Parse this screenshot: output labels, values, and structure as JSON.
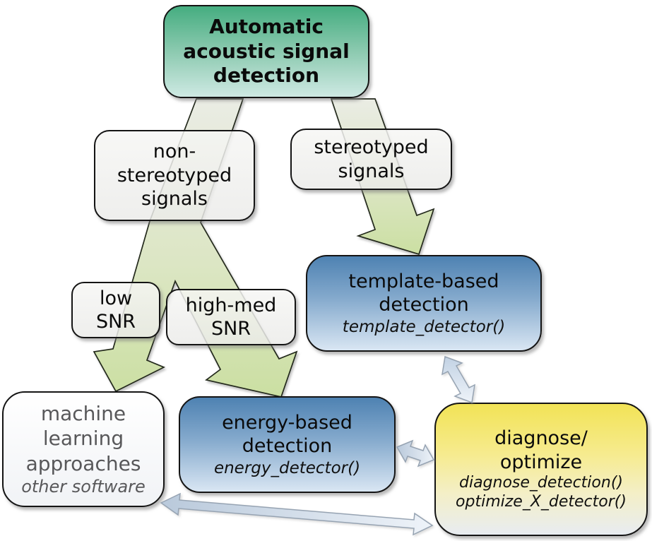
{
  "diagram_title": "Automatic acoustic signal detection",
  "nodes": {
    "automatic_detection": {
      "lines": [
        "Automatic",
        "acoustic signal",
        "detection"
      ]
    },
    "non_stereotyped": {
      "lines": [
        "non-",
        "stereotyped",
        "signals"
      ]
    },
    "stereotyped": {
      "lines": [
        "stereotyped",
        "signals"
      ]
    },
    "low_snr": {
      "lines": [
        "low",
        "SNR"
      ]
    },
    "high_med_snr": {
      "lines": [
        "high-med",
        "SNR"
      ]
    },
    "template_detection": {
      "lines": [
        "template-based",
        "detection"
      ],
      "code": "template_detector()"
    },
    "energy_detection": {
      "lines": [
        "energy-based",
        "detection"
      ],
      "code": "energy_detector()"
    },
    "machine_learning": {
      "lines": [
        "machine",
        "learning",
        "approaches"
      ],
      "note": "other software"
    },
    "diagnose_optimize": {
      "lines": [
        "diagnose/",
        "optimize"
      ],
      "code_lines": [
        "diagnose_detection()",
        "optimize_X_detector()"
      ]
    }
  },
  "edges": [
    {
      "from": "automatic-detection",
      "via": [
        "non-stereotyped-signals",
        "low-snr"
      ],
      "to": "machine-learning",
      "style": "flow"
    },
    {
      "from": "automatic-detection",
      "via": [
        "non-stereotyped-signals",
        "high-med-snr"
      ],
      "to": "energy-detection",
      "style": "flow"
    },
    {
      "from": "automatic-detection",
      "via": [
        "stereotyped-signals"
      ],
      "to": "template-detection",
      "style": "flow"
    },
    {
      "from": "template-detection",
      "to": "diagnose-optimize",
      "style": "bidirectional"
    },
    {
      "from": "energy-detection",
      "to": "diagnose-optimize",
      "style": "bidirectional"
    },
    {
      "from": "machine-learning",
      "to": "diagnose-optimize",
      "style": "bidirectional"
    }
  ],
  "colors": {
    "start_box_top": "#45ad80",
    "start_box_bottom": "#cee9e3",
    "condition_box": "#f0f0ee",
    "function_box_top": "#4e82b2",
    "function_box_bottom": "#d9e6f3",
    "diagnose_box_top": "#f2e356",
    "diagnose_box_bottom": "#e8ecf1",
    "flow_arrow_green": "#cbdfa2",
    "link_arrow_blue": "#dce6f0",
    "machine_learning_text": "#58585a"
  }
}
